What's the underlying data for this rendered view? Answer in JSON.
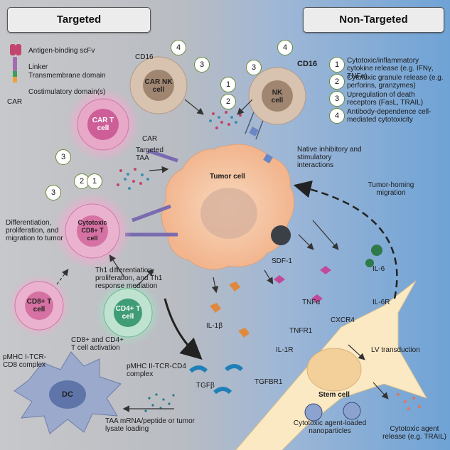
{
  "headers": {
    "targeted": "Targeted",
    "non_targeted": "Non-Targeted"
  },
  "legend_car": {
    "scfv": "Antigen-binding scFv",
    "linker": "Linker",
    "transmembrane": "Transmembrane domain",
    "costim": "Costimulatory domain(s)",
    "car": "CAR"
  },
  "legend_numbers": [
    {
      "n": "1",
      "text": "Cytotoxic/inflammatory cytokine release (e.g. IFNγ, TNFα)"
    },
    {
      "n": "2",
      "text": "Cytotoxic granule release (e.g. perforins, granzymes)"
    },
    {
      "n": "3",
      "text": "Upregulation of death receptors (FasL, TRAIL)"
    },
    {
      "n": "4",
      "text": "Antibody-dependence cell-mediated cytotoxicity"
    }
  ],
  "cells": {
    "car_nk": "CAR NK cell",
    "nk": "NK cell",
    "car_t": "CAR T cell",
    "cytotoxic": "Cytotoxic CD8+ T cell",
    "cd8": "CD8+ T cell",
    "cd4": "CD4+ T cell",
    "dc": "DC",
    "tumor": "Tumor cell",
    "stem": "Stem cell"
  },
  "labels": {
    "cd16_left": "CD16",
    "cd16_right": "CD16",
    "car": "CAR",
    "targeted_taa": "Targeted TAA",
    "native": "Native inhibitory and stimulatory interactions",
    "tumor_homing": "Tumor-homing migration",
    "differentiation": "Differentiation, proliferation, and migration to tumor",
    "th1": "Th1 differentiation, proliferation, and Th1 response mediation",
    "cd8_cd4_activation": "CD8+ and CD4+ T cell activation",
    "pmhc1": "pMHC I-TCR-CD8 complex",
    "pmhc2": "pMHC II-TCR-CD4 complex",
    "taa_loading": "TAA mRNA/peptide or tumor lysate loading",
    "sdf1": "SDF-1",
    "il6": "IL-6",
    "il6r": "IL-6R",
    "cxcr4": "CXCR4",
    "tnfa": "TNFα",
    "tnfr1": "TNFR1",
    "il1b": "IL-1β",
    "il1r": "IL-1R",
    "tgfb": "TGFβ",
    "tgfbr1": "TGFBR1",
    "lv": "LV transduction",
    "nanoparticles": "Cytotoxic agent-loaded nanoparticles",
    "cytotoxic_release": "Cytotoxic agent release (e.g. TRAIL)"
  },
  "markers": {
    "car_nk_4": "4",
    "car_nk_3": "3",
    "nk_4": "4",
    "nk_3": "3",
    "center_1": "1",
    "center_2": "2",
    "cart_3": "3",
    "mid_2": "2",
    "mid_1": "1",
    "cyto_3": "3"
  },
  "colors": {
    "tumor": "#f6c9a6",
    "car_t": "#d9609b",
    "nk_cell": "#d8c3b0",
    "cd4": "#3f9c75",
    "dc": "#8ea0c4",
    "stem": "#fbe9c4"
  }
}
